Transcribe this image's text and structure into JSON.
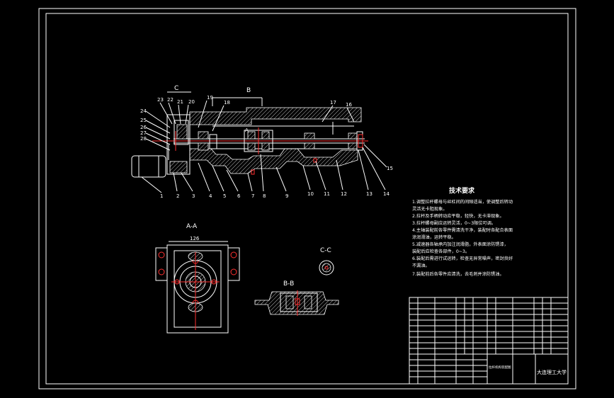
{
  "views": {
    "section_c": "C",
    "section_b": "B",
    "section_a": "A",
    "aa_title": "A-A",
    "bb_title": "B-B",
    "cc_title": "C-C",
    "aa_dim": "126"
  },
  "part_numbers_top": [
    "23",
    "22",
    "21",
    "20",
    "19",
    "18",
    "17",
    "16"
  ],
  "part_numbers_left": [
    "24",
    "25",
    "26",
    "27",
    "28"
  ],
  "part_numbers_bottom": [
    "1",
    "2",
    "3",
    "4",
    "5",
    "6",
    "7",
    "8",
    "9",
    "10",
    "11",
    "12",
    "13",
    "14"
  ],
  "part_number_right": "15",
  "tech_requirements": {
    "title": "技术要求",
    "lines": [
      "1.调整拉杆螺母与丝杠间的间隙适当，使调整后转动",
      "   灵活无卡阻现象。",
      "2.拉杆及手柄转动应平稳，轻快，无卡滞现象。",
      "3.拉杆螺母副应运转灵活，0~3限位可调。",
      "4.主轴装配前各零件需清洗干净，装配时各配合表面",
      "   涂润滑油，运转平稳。",
      "5.减速器各轴承内加注润滑脂，外表面涂防锈漆，",
      "   装配后应检查各部件，0~3。",
      "6.装配后需进行试运转，检查无异常噪声，密封良好",
      "   不漏油。",
      "7.装配前后各零件应清洗，去毛刺并涂防锈油。"
    ]
  },
  "title_block": {
    "school": "大连理工大学",
    "drawing_name": "拉杆机构装配图"
  }
}
